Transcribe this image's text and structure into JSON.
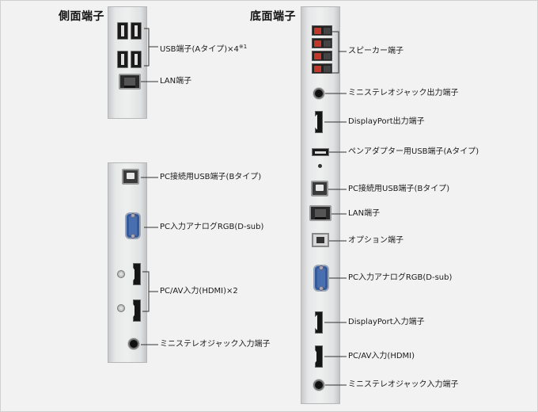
{
  "side": {
    "title": "側面端子",
    "usb_a": "USB端子(Aタイプ)×4",
    "usb_a_note": "※1",
    "lan": "LAN端子",
    "usb_b": "PC接続用USB端子(Bタイプ)",
    "dsub": "PC入力アナログRGB(D-sub)",
    "hdmi": "PC/AV入力(HDMI)×2",
    "mini_in": "ミニステレオジャック入力端子"
  },
  "bottom": {
    "title": "底面端子",
    "speaker": "スピーカー端子",
    "mini_out": "ミニステレオジャック出力端子",
    "dp_out": "DisplayPort出力端子",
    "pen_usb": "ペンアダプター用USB端子(Aタイプ)",
    "usb_b": "PC接続用USB端子(Bタイプ)",
    "lan": "LAN端子",
    "option": "オプション端子",
    "dsub": "PC入力アナログRGB(D-sub)",
    "dp_in": "DisplayPort入力端子",
    "hdmi": "PC/AV入力(HDMI)",
    "mini_in": "ミニステレオジャック入力端子"
  }
}
